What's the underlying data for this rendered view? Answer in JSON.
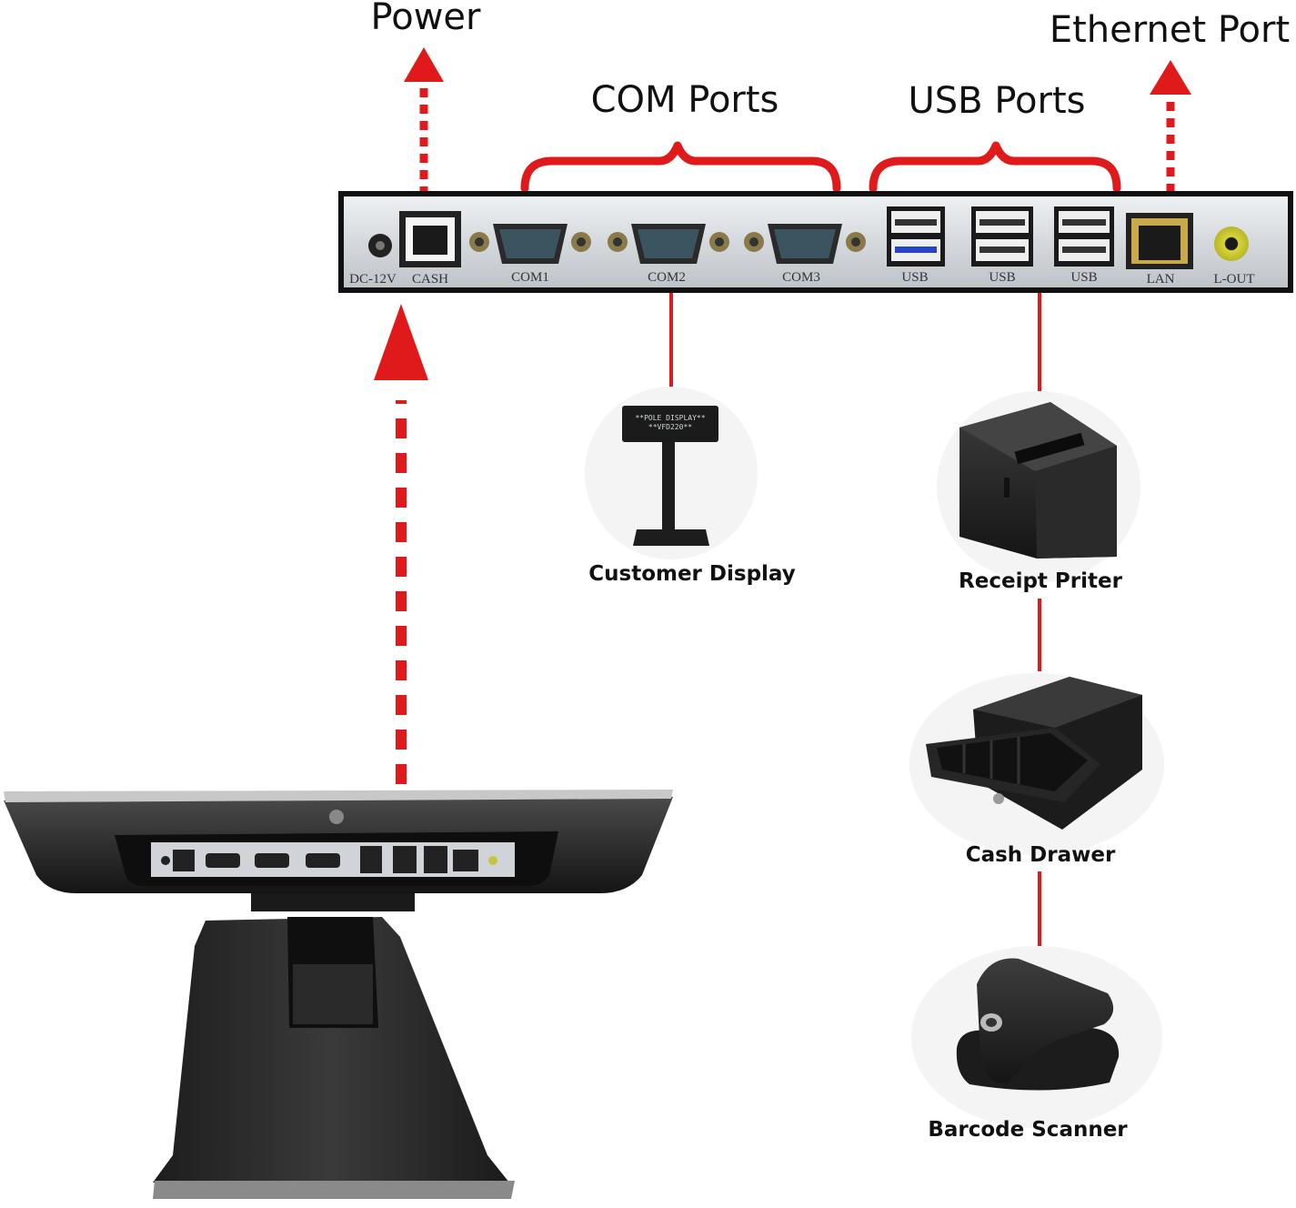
{
  "labels": {
    "power": "Power",
    "ethernet_port": "Ethernet Port",
    "com_ports": "COM Ports",
    "usb_ports": "USB Ports"
  },
  "ports": {
    "dc": "DC-12V",
    "cash": "CASH",
    "com1": "COM1",
    "com2": "COM2",
    "com3": "COM3",
    "usb1": "USB",
    "usb2": "USB",
    "usb3": "USB",
    "lan": "LAN",
    "lout": "L-OUT"
  },
  "devices": {
    "customer_display": "Customer Display",
    "receipt_printer": "Receipt Priter",
    "cash_drawer": "Cash Drawer",
    "barcode_scanner": "Barcode Scanner"
  },
  "pole_display_text": {
    "line1": "**POLE DISPLAY**",
    "line2": "**VFD220**"
  },
  "colors": {
    "connector_red": "#e0191b",
    "panel_silver": "#d8dce0",
    "device_black": "#1e1e1e"
  }
}
